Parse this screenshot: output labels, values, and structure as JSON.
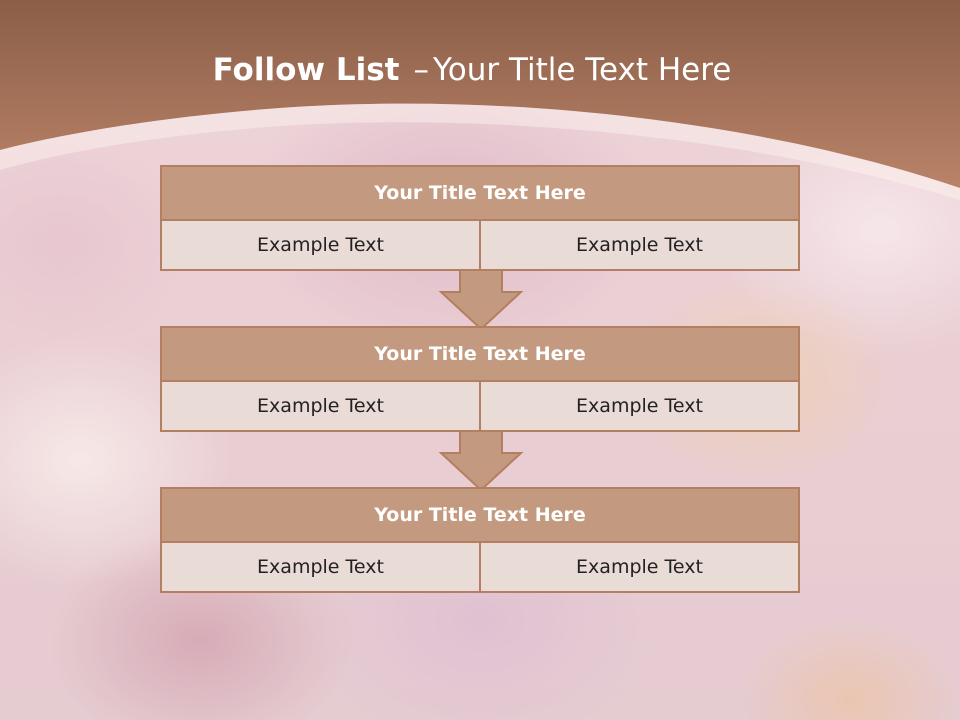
{
  "slide": {
    "title_bold": "Follow List",
    "title_dash": "–",
    "title_rest": "Your Title Text Here"
  },
  "colors": {
    "header": "#8b5e48",
    "box_title": "#c39a80",
    "box_border": "#b47f60",
    "box_cell": "#e9dbd6"
  },
  "steps": [
    {
      "title": "Your Title Text Here",
      "left": "Example Text",
      "right": "Example Text"
    },
    {
      "title": "Your Title Text Here",
      "left": "Example Text",
      "right": "Example Text"
    },
    {
      "title": "Your Title Text Here",
      "left": "Example Text",
      "right": "Example Text"
    }
  ]
}
